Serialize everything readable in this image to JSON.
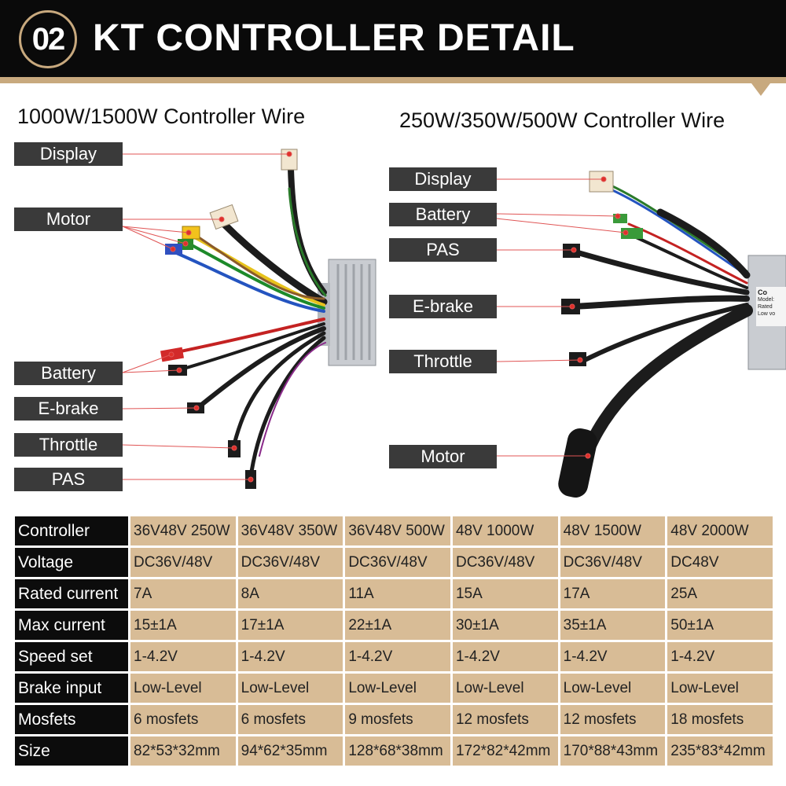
{
  "header": {
    "badge": "02",
    "title": "KT CONTROLLER DETAIL"
  },
  "left_section": {
    "title": "1000W/1500W  Controller Wire",
    "labels": [
      "Display",
      "Motor",
      "Battery",
      "E-brake",
      "Throttle",
      "PAS"
    ]
  },
  "right_section": {
    "title": "250W/350W/500W  Controller Wire",
    "labels": [
      "Display",
      "Battery",
      "PAS",
      "E-brake",
      "Throttle",
      "Motor"
    ],
    "controller_sticker": [
      "Co",
      "Model:",
      "Rated",
      "Low vo"
    ]
  },
  "colors": {
    "header_bg": "#0a0a0a",
    "accent_gold": "#c8a97e",
    "label_bg": "#3a3a3a",
    "table_cell_bg": "#d8bc96",
    "leader_line": "#e05555"
  },
  "specs_table": {
    "rows": [
      {
        "label": "Controller",
        "values": [
          "36V48V 250W",
          "36V48V 350W",
          "36V48V 500W",
          "48V 1000W",
          "48V 1500W",
          "48V 2000W"
        ]
      },
      {
        "label": "Voltage",
        "values": [
          "DC36V/48V",
          "DC36V/48V",
          "DC36V/48V",
          "DC36V/48V",
          "DC36V/48V",
          "DC48V"
        ]
      },
      {
        "label": "Rated current",
        "values": [
          "7A",
          "8A",
          "11A",
          "15A",
          "17A",
          "25A"
        ]
      },
      {
        "label": "Max current",
        "values": [
          "15±1A",
          "17±1A",
          "22±1A",
          "30±1A",
          "35±1A",
          "50±1A"
        ]
      },
      {
        "label": "Speed set",
        "values": [
          "1-4.2V",
          "1-4.2V",
          "1-4.2V",
          "1-4.2V",
          "1-4.2V",
          "1-4.2V"
        ]
      },
      {
        "label": "Brake input",
        "values": [
          "Low-Level",
          "Low-Level",
          "Low-Level",
          "Low-Level",
          "Low-Level",
          "Low-Level"
        ]
      },
      {
        "label": "Mosfets",
        "values": [
          "6 mosfets",
          "6 mosfets",
          "9 mosfets",
          "12 mosfets",
          "12 mosfets",
          "18 mosfets"
        ]
      },
      {
        "label": "Size",
        "values": [
          "82*53*32mm",
          "94*62*35mm",
          "128*68*38mm",
          "172*82*42mm",
          "170*88*43mm",
          "235*83*42mm"
        ]
      }
    ]
  }
}
